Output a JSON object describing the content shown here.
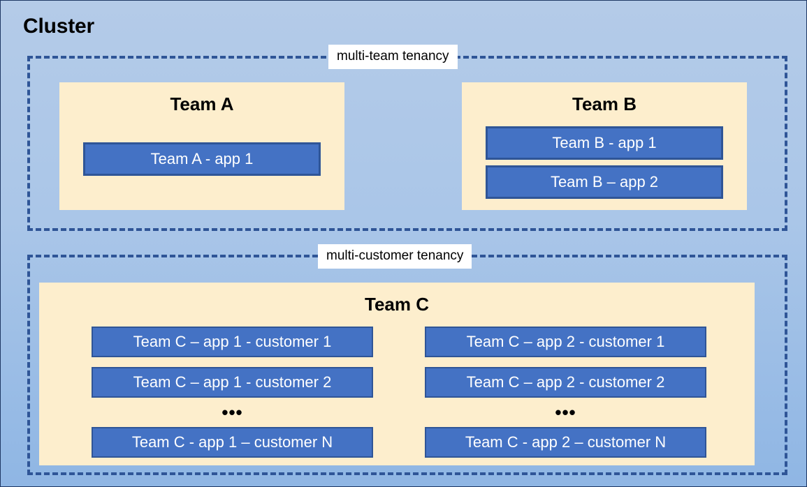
{
  "diagram": {
    "title": "Cluster",
    "colors": {
      "background_top": "#b4cbe8",
      "background_bottom": "#8fb6e4",
      "panel_fill": "#fdeecd",
      "app_fill": "#4472c4",
      "app_border": "#2f5597",
      "dashed_border": "#2f5597",
      "label_chip_fill": "#ffffff",
      "text_dark": "#000000",
      "text_light": "#ffffff"
    },
    "tenancy_groups": [
      {
        "label": "multi-team tenancy",
        "teams": [
          {
            "name": "Team A",
            "apps": [
              {
                "label": "Team A - app 1"
              }
            ]
          },
          {
            "name": "Team B",
            "apps": [
              {
                "label": "Team B - app 1"
              },
              {
                "label": "Team B – app 2"
              }
            ]
          }
        ]
      },
      {
        "label": "multi-customer tenancy",
        "teams": [
          {
            "name": "Team C",
            "columns": [
              {
                "app": "app 1",
                "items": [
                  {
                    "label": "Team C – app 1 - customer 1"
                  },
                  {
                    "label": "Team C – app 1 - customer 2"
                  },
                  {
                    "label": "•••"
                  },
                  {
                    "label": "Team C - app 1 – customer N"
                  }
                ]
              },
              {
                "app": "app 2",
                "items": [
                  {
                    "label": "Team C – app 2 - customer 1"
                  },
                  {
                    "label": "Team C – app 2 - customer 2"
                  },
                  {
                    "label": "•••"
                  },
                  {
                    "label": "Team C - app 2 – customer N"
                  }
                ]
              }
            ]
          }
        ]
      }
    ]
  }
}
